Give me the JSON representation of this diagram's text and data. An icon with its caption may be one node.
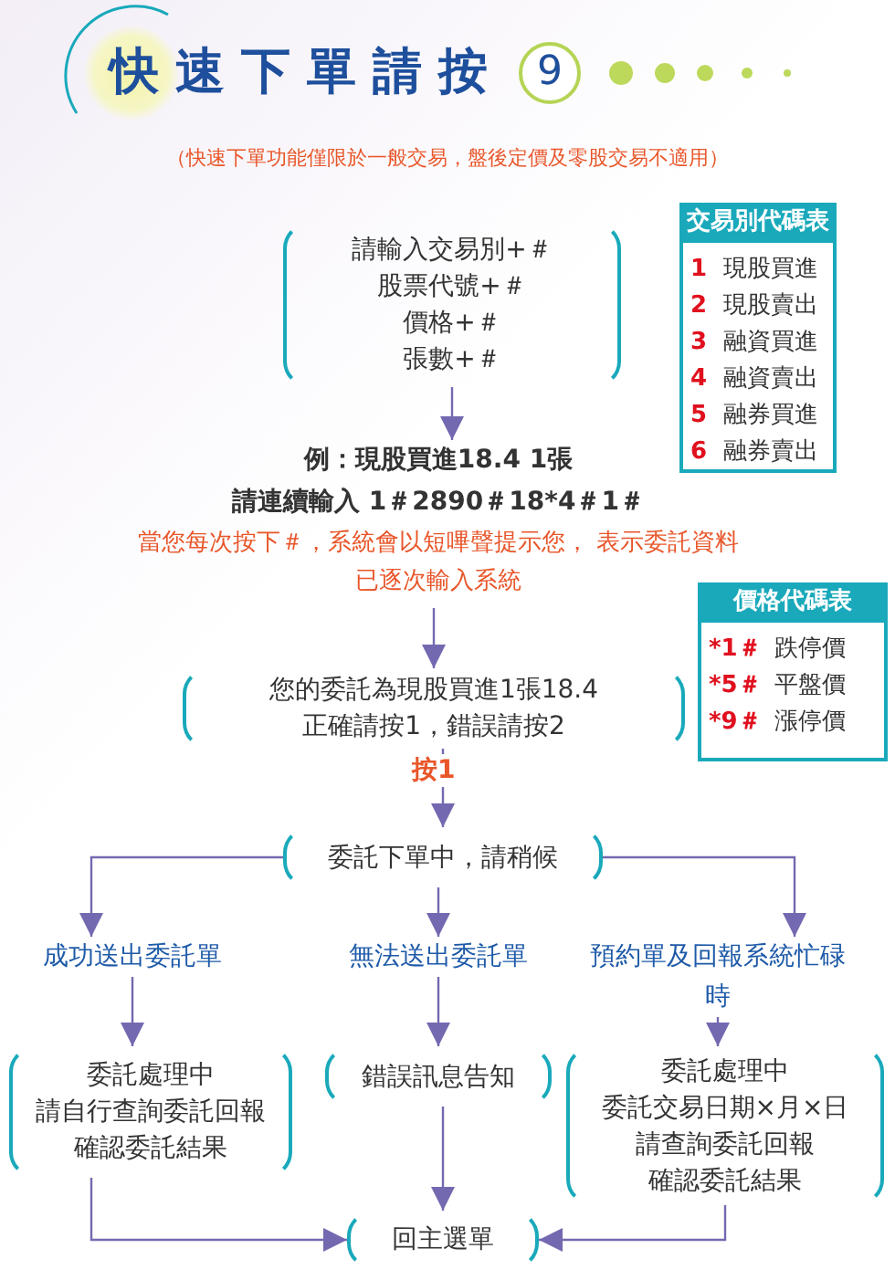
{
  "diagram": {
    "title": "快速下單請按",
    "nodes": [
      {
        "text": [
          "請輸入交易別+＃",
          "股票代號+＃",
          "價格+＃",
          "張數+＃"
        ]
      },
      {
        "text": [
          "例：現股買進18.4 1張",
          "請連續輸入 1＃2890＃18*4＃1＃",
          "當您每次按下＃，系統會以短嗶聲提示您， 表示委託資料已逐次輸入系統"
        ]
      },
      {
        "text": [
          "您的委託為現股買進1張18.4",
          "正確請按1，錯誤請按2"
        ],
        "beside": [
          "按1"
        ]
      },
      {
        "text": [
          "委託下單中，請稍候"
        ]
      },
      {
        "text": [
          "成功送出委託單"
        ]
      },
      {
        "text": [
          "無法送出委託單"
        ]
      },
      {
        "text": [
          "預約單及回報系統忙碌時"
        ]
      },
      {
        "text": [
          "委託處理中",
          "請自行查詢委託回報",
          "確認委託結果"
        ]
      },
      {
        "text": [
          "錯誤訊息告知"
        ]
      },
      {
        "text": [
          "委託處理中",
          "委託交易日期×月×日",
          "請查詢委託回報",
          "確認委託結果"
        ]
      },
      {
        "text": [
          "回主選單"
        ]
      },
      {
        "text": [
          "交易別代碼表"
        ]
      },
      {
        "text": [
          "價格代碼表"
        ]
      }
    ],
    "edges": [
      {
        "from": 0,
        "to": 1,
        "arrow": "to"
      },
      {
        "from": 1,
        "to": 2,
        "arrow": "to"
      },
      {
        "from": 2,
        "to": 3,
        "arrow": "to"
      },
      {
        "from": 3,
        "to": 4,
        "arrow": "to"
      },
      {
        "from": 3,
        "to": 5,
        "arrow": "to"
      },
      {
        "from": 3,
        "to": 6,
        "arrow": "to"
      },
      {
        "from": 4,
        "to": 7,
        "arrow": "to"
      },
      {
        "from": 5,
        "to": 8,
        "arrow": "to"
      },
      {
        "from": 6,
        "to": 9,
        "arrow": "to"
      },
      {
        "from": 7,
        "to": 10,
        "arrow": "to"
      },
      {
        "from": 8,
        "to": 10,
        "arrow": "to"
      },
      {
        "from": 9,
        "to": 10,
        "arrow": "to"
      }
    ],
    "labels": [
      "9",
      "（快速下單功能僅限於一般交易，盤後定價及零股交易不適用）",
      "1",
      "現股買進",
      "2",
      "現股賣出",
      "3",
      "融資買進",
      "4",
      "融資賣出",
      "5",
      "融券買進",
      "6",
      "融券賣出",
      "*1＃",
      "跌停價",
      "*5＃",
      "平盤價",
      "*9＃",
      "漲停價"
    ]
  }
}
